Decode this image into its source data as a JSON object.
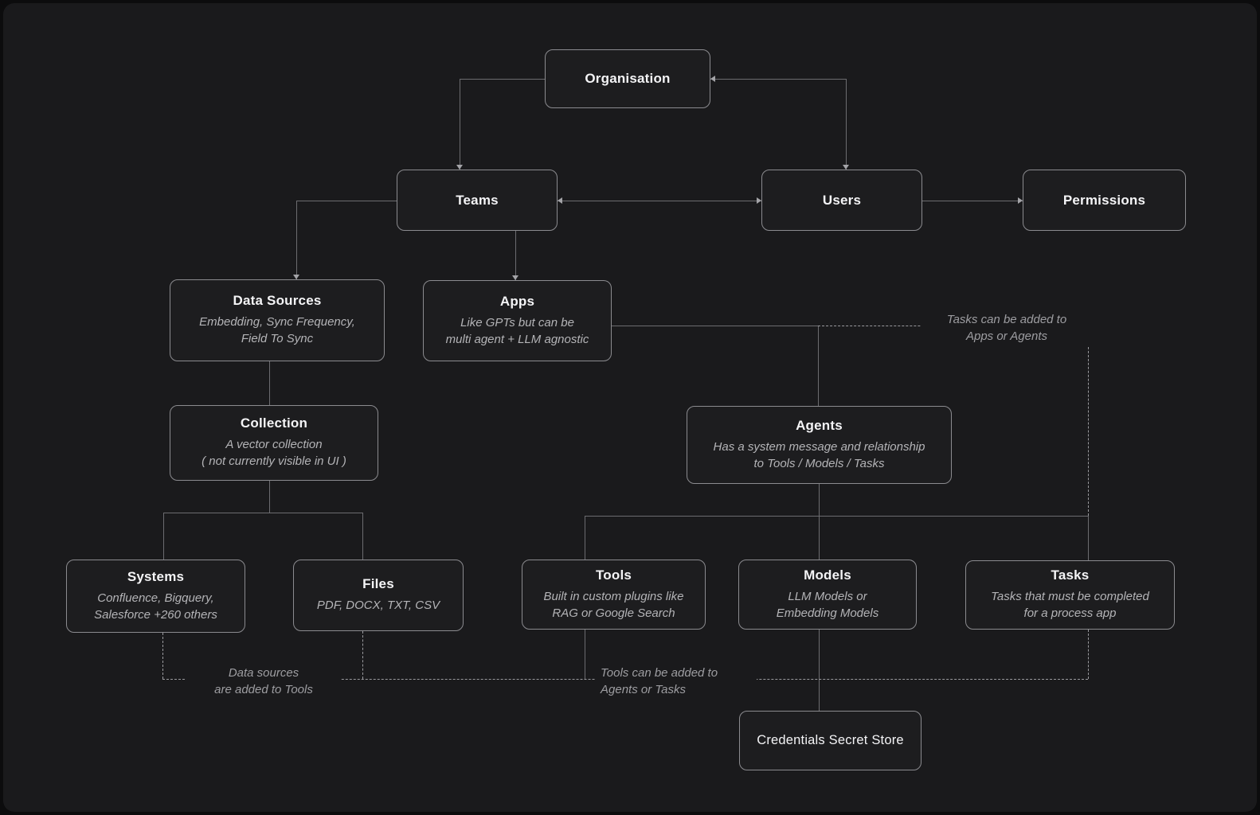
{
  "diagram": {
    "theme": {
      "background": "#0c0c0d",
      "panel": "#1a1a1c",
      "node_fill": "#1d1d1f",
      "node_border": "#8b8b8f",
      "connector": "#6c6c70",
      "dashed_connector": "#9a9a9e",
      "title_color": "#f4f4f6",
      "subtitle_color": "#b4b4b7"
    },
    "nodes": {
      "organisation": {
        "title": "Organisation"
      },
      "teams": {
        "title": "Teams"
      },
      "users": {
        "title": "Users"
      },
      "permissions": {
        "title": "Permissions"
      },
      "data_sources": {
        "title": "Data Sources",
        "subtitle": "Embedding, Sync Frequency,\nField To Sync"
      },
      "apps": {
        "title": "Apps",
        "subtitle": "Like GPTs but can be\nmulti agent + LLM agnostic"
      },
      "collection": {
        "title": "Collection",
        "subtitle": "A vector collection\n( not currently visible in UI )"
      },
      "agents": {
        "title": "Agents",
        "subtitle": "Has a  system message and relationship\nto Tools / Models / Tasks"
      },
      "systems": {
        "title": "Systems",
        "subtitle": "Confluence, Bigquery,\nSalesforce +260 others"
      },
      "files": {
        "title": "Files",
        "subtitle": "PDF, DOCX, TXT, CSV"
      },
      "tools": {
        "title": "Tools",
        "subtitle": "Built in custom plugins like\nRAG or Google Search"
      },
      "models": {
        "title": "Models",
        "subtitle": "LLM Models or\nEmbedding Models"
      },
      "tasks": {
        "title": "Tasks",
        "subtitle": "Tasks that must be completed\nfor a process app"
      },
      "credentials": {
        "title": "Credentials Secret Store"
      }
    },
    "annotations": {
      "tasks_can_be_added": "Tasks can be added to\nApps or Agents",
      "data_sources_added": "Data sources\nare added to Tools",
      "tools_can_be_added": "Tools can be added to\nAgents or Tasks"
    }
  }
}
